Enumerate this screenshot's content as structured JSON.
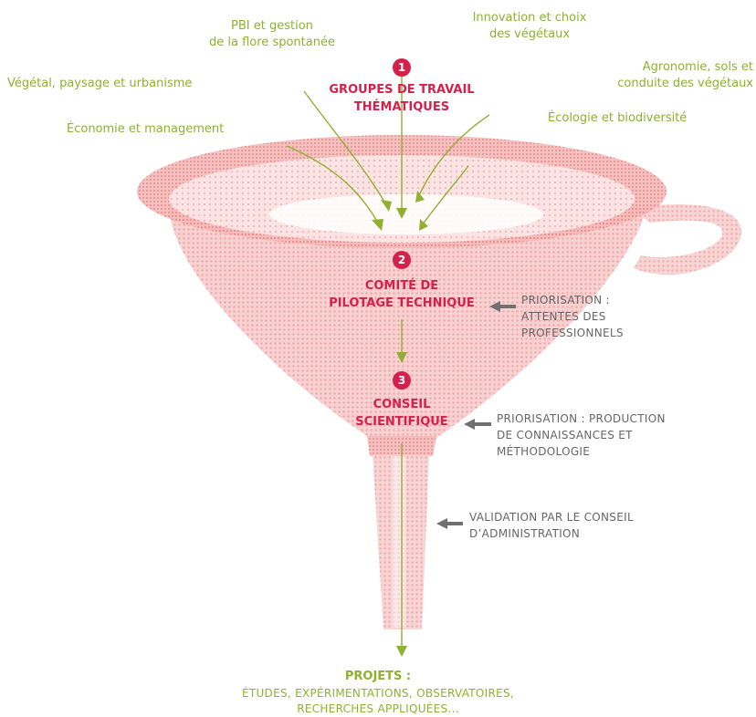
{
  "colors": {
    "green": "#8fb12f",
    "red": "#d4214c",
    "grey": "#666666",
    "funnel": "#f2b6b6"
  },
  "themes": {
    "pbi": [
      "PBI et gestion",
      "de la flore spontanée"
    ],
    "innovation": [
      "Innovation et choix",
      "des végétaux"
    ],
    "vegetal": "Végétal, paysage et urbanisme",
    "agronomie": [
      "Agronomie, sols et",
      "conduite des végétaux"
    ],
    "economie": "Économie et management",
    "ecologie": "Écologie et biodiversité"
  },
  "steps": [
    {
      "number": "1",
      "title": [
        "GROUPES DE TRAVAIL",
        "THÉMATIQUES"
      ]
    },
    {
      "number": "2",
      "title": [
        "COMITÉ DE",
        "PILOTAGE TECHNIQUE"
      ]
    },
    {
      "number": "3",
      "title": [
        "CONSEIL",
        "SCIENTIFIQUE"
      ]
    }
  ],
  "notes": {
    "priorisation_attentes": [
      "PRIORISATION :",
      "ATTENTES DES",
      "PROFESSIONNELS"
    ],
    "priorisation_production": [
      "PRIORISATION : PRODUCTION",
      "DE CONNAISSANCES ET",
      "MÉTHODOLOGIE"
    ],
    "validation": [
      "VALIDATION PAR LE CONSEIL",
      "D’ADMINISTRATION"
    ]
  },
  "projets": {
    "title": "PROJETS :",
    "subtitle": [
      "ÉTUDES, EXPÉRIMENTATIONS, OBSERVATOIRES,",
      "RECHERCHES APPLIQUÉES..."
    ]
  }
}
